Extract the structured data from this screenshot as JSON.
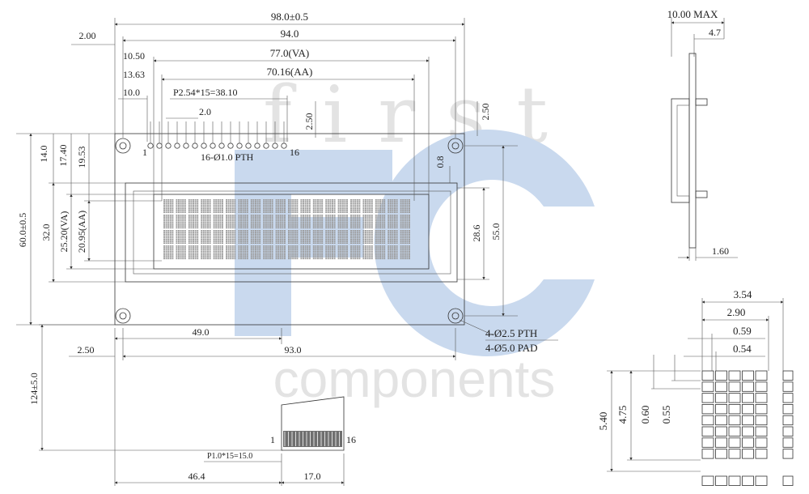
{
  "watermark": {
    "top_text": "first",
    "logo_letters": "FC",
    "bottom_text": "components",
    "color_blue": "#c9d9ee",
    "color_gray": "#e3e3e3"
  },
  "front_view": {
    "overall_width": "98.0±0.5",
    "hole_pitch": "94.0",
    "left_offset": "2.00",
    "va_width": "77.0(VA)",
    "va_offset": "10.50",
    "aa_width": "70.16(AA)",
    "aa_offset": "13.63",
    "pin_offset": "10.0",
    "pin_pitch": "P2.54*15=38.10",
    "pin_sub": "2.0",
    "pin_desc": "16-Ø1.0 PTH",
    "pin_first": "1",
    "pin_last": "16",
    "top_margin": "2.50",
    "right_top_margin": "2.50",
    "pad_offset": "0.8",
    "height_14": "14.0",
    "height_1740": "17.40",
    "height_1953": "19.53",
    "overall_height": "60.0±0.5",
    "height_32": "32.0",
    "va_height": "25.20(VA)",
    "aa_height": "20.95(AA)",
    "pcb_height_286": "28.6",
    "hole_vpitch": "55.0",
    "hole_desc": "4-Ø2.5 PTH",
    "pad_desc": "4-Ø5.0 PAD"
  },
  "bottom_view": {
    "cable_length": "124±5.0",
    "offset_49": "49.0",
    "offset_250": "2.50",
    "width_93": "93.0",
    "fpc_pin_first": "1",
    "fpc_pin_last": "16",
    "fpc_pitch": "P1.0*15=15.0",
    "offset_464": "46.4",
    "fpc_width": "17.0"
  },
  "side_view": {
    "max_thickness": "10.00 MAX",
    "dim_47": "4.7",
    "pcb_thickness": "1.60"
  },
  "dot_detail": {
    "char_width": "3.54",
    "dots_width": "2.90",
    "dot_pitch": "0.59",
    "dot_size": "0.54",
    "char_height": "5.40",
    "dots_height": "4.75",
    "dot_vpitch": "0.60",
    "dot_vsize": "0.55"
  }
}
